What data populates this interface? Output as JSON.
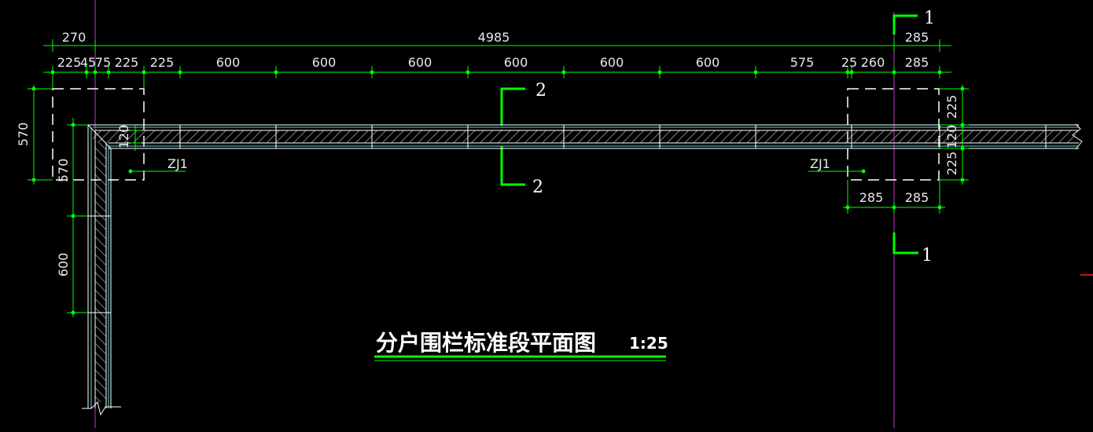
{
  "drawing": {
    "title": "分户围栏标准段平面图",
    "scale": "1:25",
    "colors": {
      "background": "#000000",
      "dimension_line": "#00ff00",
      "dimension_text": "#e8e8e8",
      "wall_outline": "#ffffff",
      "wall_hatch": "#7f7f7f",
      "centerline": "#cc33cc",
      "column_box": "#ffffff",
      "section_mark": "#00ff00",
      "accent_red": "#ff2020"
    },
    "top_dims_overall": [
      "270",
      "4985",
      "285"
    ],
    "top_dims_detail": [
      "225",
      "45",
      "75",
      "225",
      "225",
      "600",
      "600",
      "600",
      "600",
      "600",
      "600",
      "575",
      "25",
      "260",
      "285"
    ],
    "right_column_vertical_dims": [
      "225",
      "120",
      "225"
    ],
    "right_column_bottom_dims": [
      "285",
      "285"
    ],
    "left_wall_thickness": "120",
    "left_vertical_dims": [
      "570",
      "570",
      "600"
    ],
    "column_labels": [
      "ZJ1",
      "ZJ1"
    ],
    "section_1_label": "1",
    "section_2_label": "2"
  }
}
